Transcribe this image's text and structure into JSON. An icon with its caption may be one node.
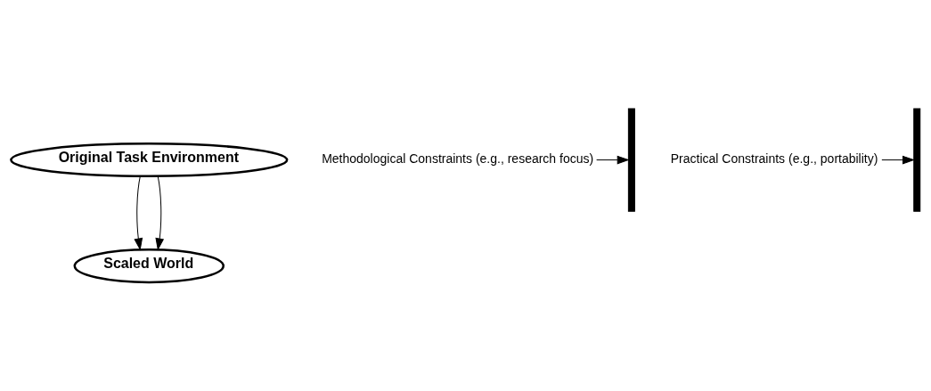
{
  "diagram": {
    "nodes": [
      {
        "text": [
          "Original Task Environment"
        ]
      },
      {
        "text": [
          "Methodological Constraints (e.g., research focus)"
        ]
      },
      {
        "text": [],
        "shape": "bar"
      },
      {
        "text": [],
        "shape": "bar"
      },
      {
        "text": [
          "Practical Constraints (e.g., portability)"
        ]
      },
      {
        "text": [
          "Scaled World"
        ]
      }
    ],
    "edges": [
      {
        "from": 1,
        "to": 2,
        "arrow": "to"
      },
      {
        "from": 0,
        "to": 5,
        "arrow": "to"
      },
      {
        "from": 0,
        "to": 5,
        "arrow": "to"
      },
      {
        "from": 4,
        "to": 3,
        "arrow": "to"
      }
    ]
  }
}
